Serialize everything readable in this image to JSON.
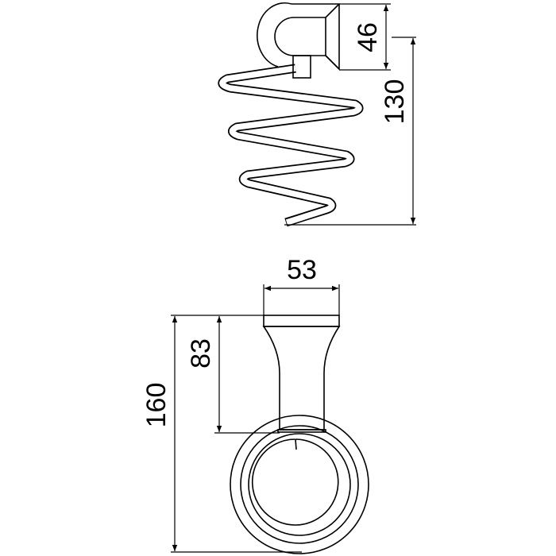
{
  "drawing": {
    "top_view": {
      "dim_bracket_height": "46",
      "dim_total_height": "130"
    },
    "front_view": {
      "dim_width": "53",
      "dim_neck_height": "83",
      "dim_total_height": "160"
    },
    "colors": {
      "line": "#000000",
      "background": "#ffffff"
    }
  }
}
